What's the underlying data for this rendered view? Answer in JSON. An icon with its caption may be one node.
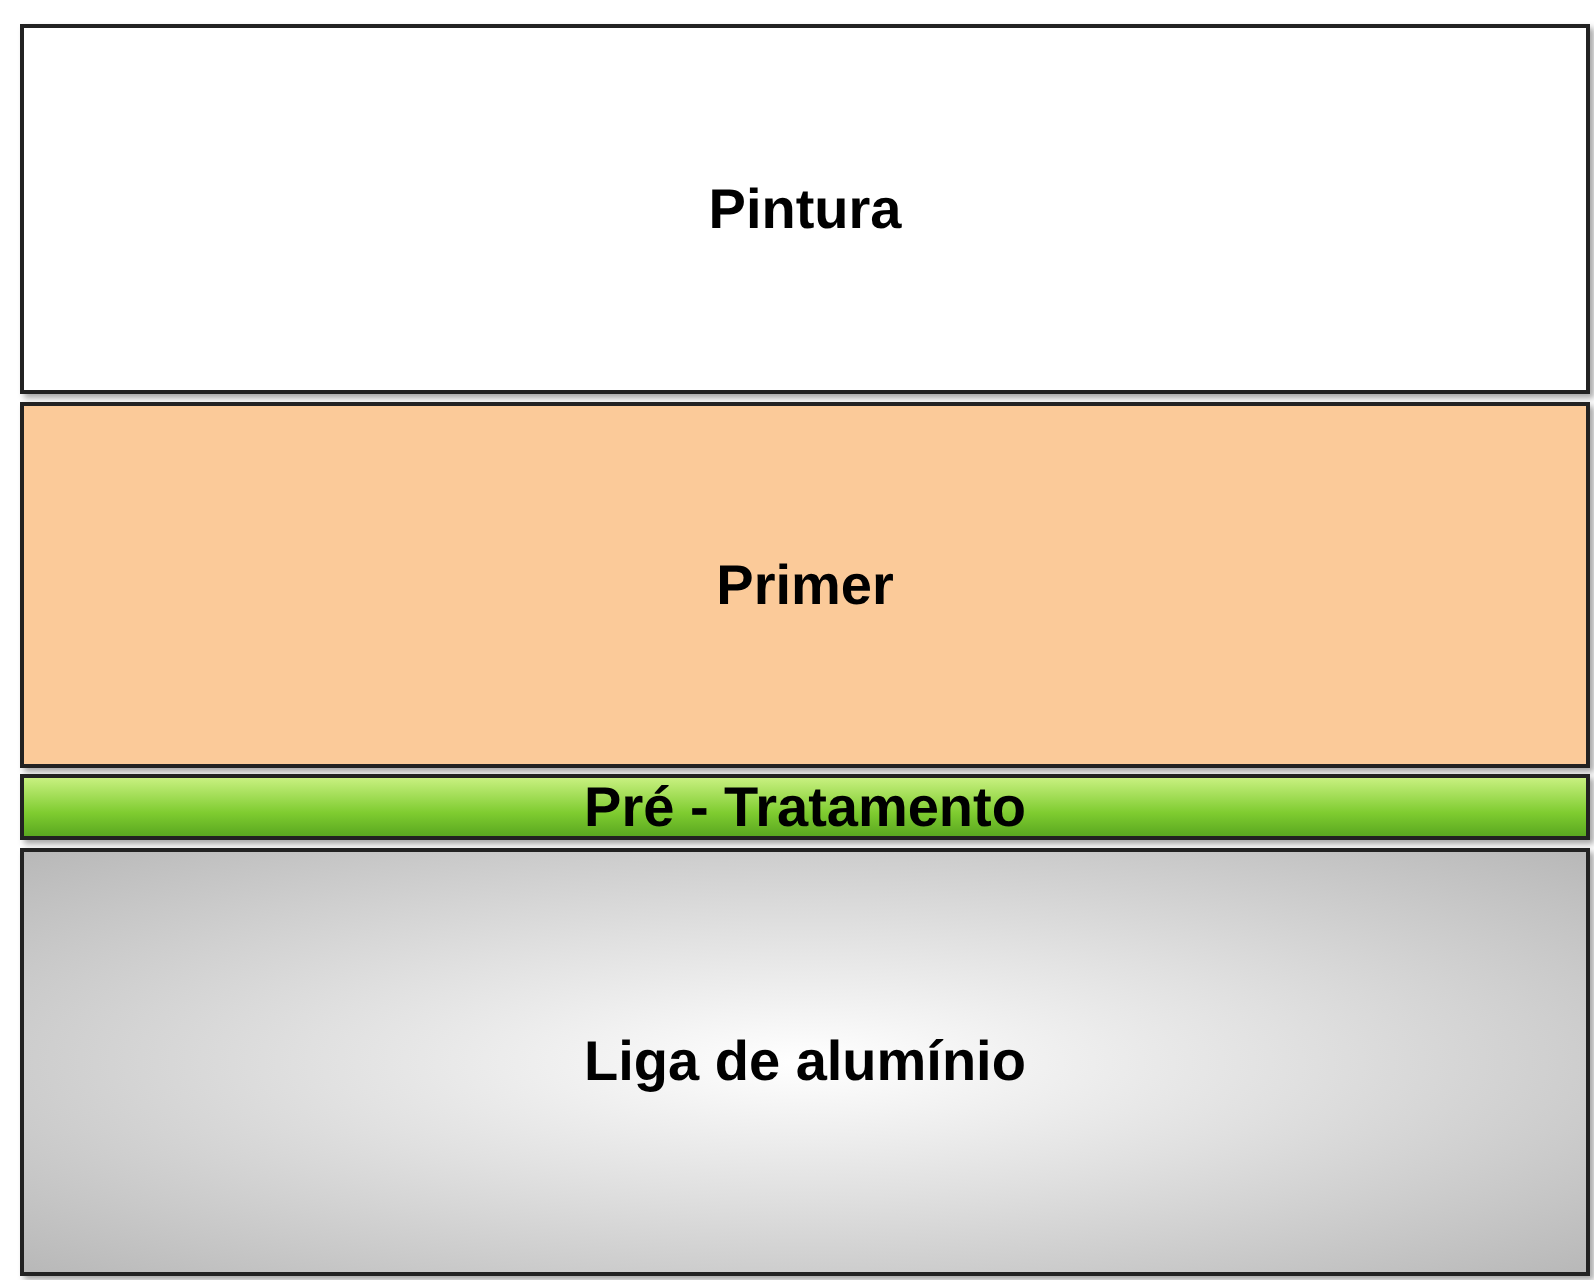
{
  "diagram": {
    "nodes": [
      {
        "text": [
          "Pintura"
        ]
      },
      {
        "text": [
          "Primer"
        ]
      },
      {
        "text": [
          "Pré - Tratamento"
        ]
      },
      {
        "text": [
          "Liga de alumínio"
        ]
      }
    ]
  }
}
